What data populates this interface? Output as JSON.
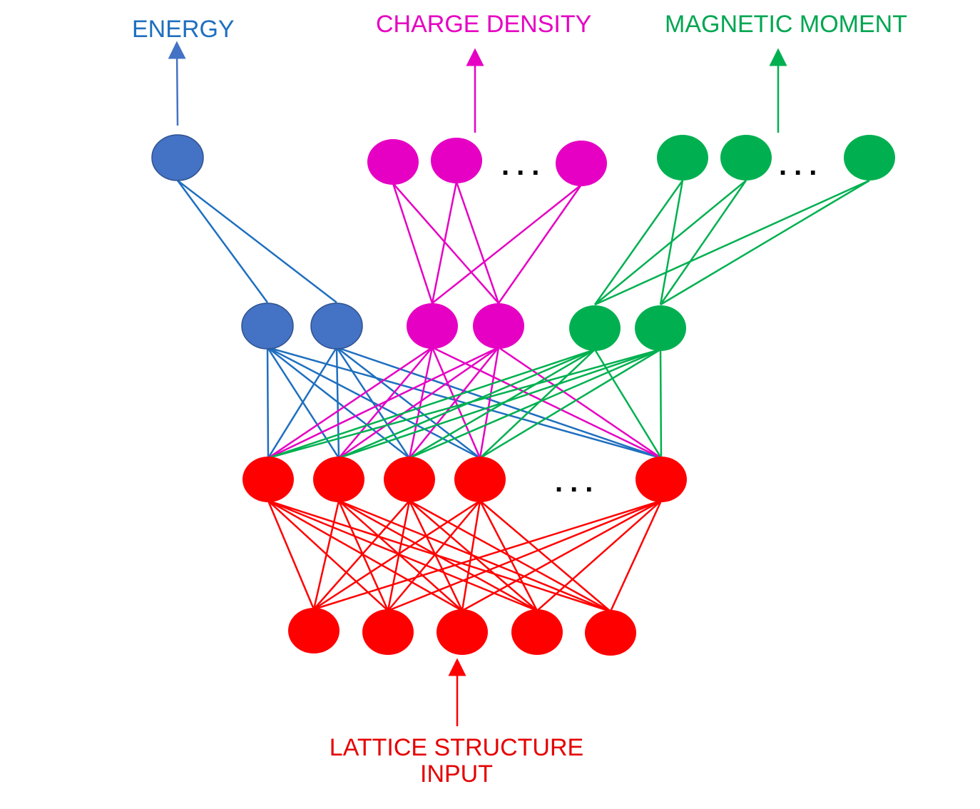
{
  "labels": {
    "energy": "ENERGY",
    "charge_density": "CHARGE DENSITY",
    "magnetic_moment": "MAGNETIC MOMENT",
    "input_line1": "LATTICE STRUCTURE",
    "input_line2": "INPUT"
  },
  "ellipsis": "...",
  "colors": {
    "energy": "#4472C4",
    "energy_line": "#1F6FBF",
    "charge": "#E600C3",
    "magnetic": "#00B050",
    "input": "#FF0000",
    "text_energy": "#1F6FBF",
    "text_charge": "#E600C3",
    "text_magnetic": "#00A651",
    "text_input": "#E60000"
  }
}
